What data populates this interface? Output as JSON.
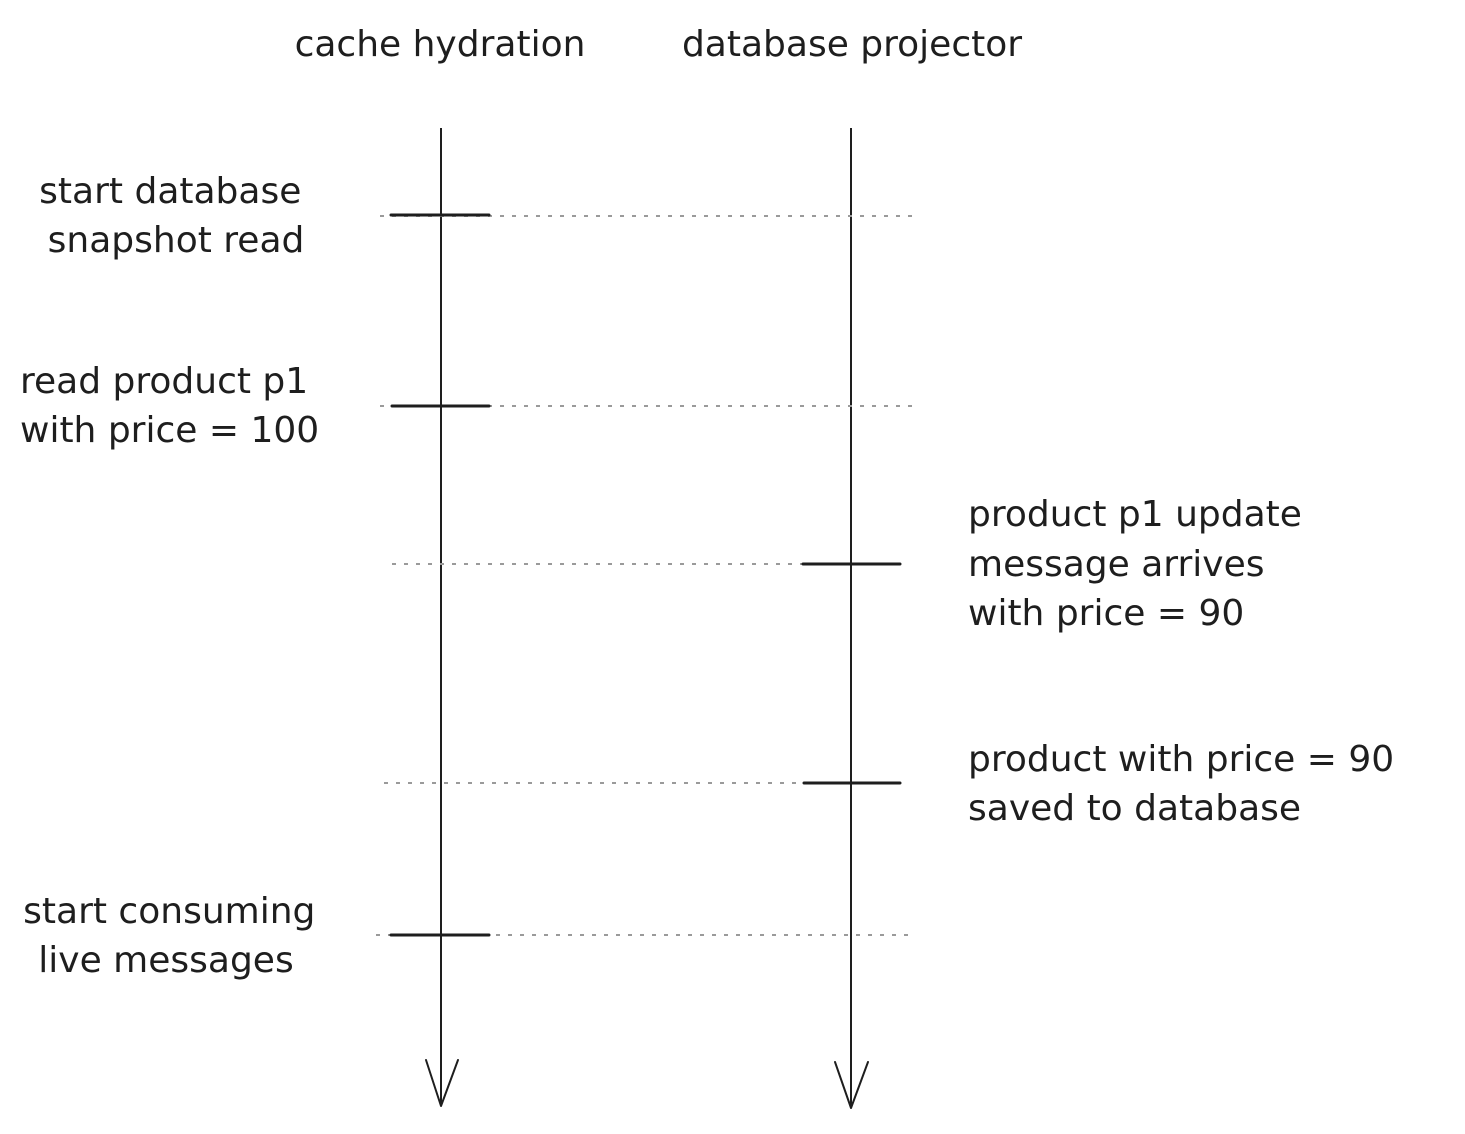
{
  "diagram": {
    "colors": {
      "ink": "#1e1e1e",
      "guide": "#9a9a9a",
      "background": "#ffffff"
    },
    "lanes": [
      {
        "id": "cache",
        "title": "cache hydration"
      },
      {
        "id": "projector",
        "title": "database projector"
      }
    ],
    "events": [
      {
        "id": "snapshot-start",
        "lane": "cache",
        "lines": [
          "start database",
          "snapshot read"
        ]
      },
      {
        "id": "read-p1",
        "lane": "cache",
        "lines": [
          "read product p1",
          "with price = 100"
        ]
      },
      {
        "id": "update-arrives",
        "lane": "projector",
        "lines": [
          "product p1 update",
          "message arrives",
          "with price = 90"
        ]
      },
      {
        "id": "saved-db",
        "lane": "projector",
        "lines": [
          "product with price = 90",
          "saved to database"
        ]
      },
      {
        "id": "consume-live",
        "lane": "cache",
        "lines": [
          "start consuming",
          "live messages"
        ]
      }
    ]
  }
}
